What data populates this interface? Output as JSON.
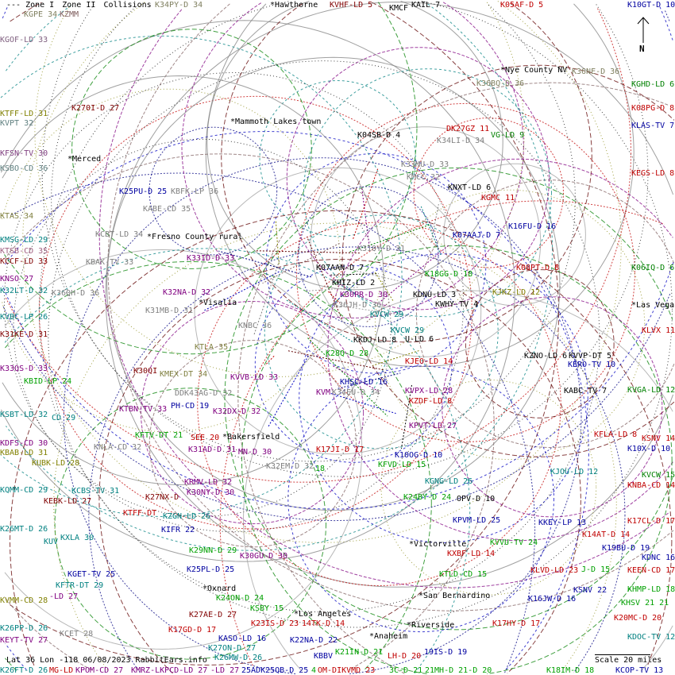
{
  "legend": {
    "zone1": "--- Zone I",
    "zone2": "Zone II",
    "collisions": "Collisions"
  },
  "footer": {
    "info": "Lat 36 Lon -118 06/08/2023 RabbitEars.info",
    "scale": "Scale 20 miles"
  },
  "north_label": "N",
  "cities": [
    "Hawthorne",
    "Nye County NV",
    "Las Vegas",
    "Mammoth Lakes town",
    "Merced",
    "Fresno County rural",
    "Visalia",
    "Bakersfield",
    "Victorville",
    "Oxnard",
    "San Bernardino",
    "Los Angeles",
    "Riverside",
    "Anaheim"
  ],
  "stations": [
    {
      "t": "KGPE 34",
      "c": "#808060"
    },
    {
      "t": "KGOF-LD 33",
      "c": "#806080"
    },
    {
      "t": "KTFF-LD 31",
      "c": "#808000"
    },
    {
      "t": "KVPT 32",
      "c": "#608080"
    },
    {
      "t": "KFSN-TV 30",
      "c": "#804080"
    },
    {
      "t": "KSBO-CD 36",
      "c": "#608080"
    },
    {
      "t": "KTAS 34",
      "c": "#808040"
    },
    {
      "t": "KMSG-LD 29",
      "c": "#008080"
    },
    {
      "t": "KTSB-CD 35",
      "c": "#a06080"
    },
    {
      "t": "KCCF-LD 33",
      "c": "#800000"
    },
    {
      "t": "KNSO 27",
      "c": "#800080"
    },
    {
      "t": "K32LT-D 32",
      "c": "#008080"
    },
    {
      "t": "KVBC-LP 26",
      "c": "#008080"
    },
    {
      "t": "K31KE-D 31",
      "c": "#800000"
    },
    {
      "t": "K33QS-D 33",
      "c": "#800080"
    },
    {
      "t": "KBID-LP 24",
      "c": "#00a000"
    },
    {
      "t": "KSBT-LD 32",
      "c": "#008080"
    },
    {
      "t": "KDFS-CD 30",
      "c": "#800080"
    },
    {
      "t": "KBAB-LD 31",
      "c": "#808000"
    },
    {
      "t": "KUBK-LD 28",
      "c": "#808000"
    },
    {
      "t": "KQMM-CD 29",
      "c": "#008080"
    },
    {
      "t": "KEBK-LD 27",
      "c": "#800000"
    },
    {
      "t": "K26MT-D 26",
      "c": "#008080"
    },
    {
      "t": "KUV",
      "c": "#008080"
    },
    {
      "t": "KVMM-CD 28",
      "c": "#808000"
    },
    {
      "t": "K26PP-D 26",
      "c": "#008080"
    },
    {
      "t": "KEYT-TV 27",
      "c": "#800080"
    },
    {
      "t": "KCET 28",
      "c": "#808080"
    },
    {
      "t": "KZMM",
      "c": "#806060"
    },
    {
      "t": "K34PY-D 34",
      "c": "#808060"
    },
    {
      "t": "KVHF-LD 5",
      "c": "#800000"
    },
    {
      "t": "KMCF",
      "c": "#000000"
    },
    {
      "t": "KAIL 7",
      "c": "#000000"
    },
    {
      "t": "K05AF-D 5",
      "c": "#c00000"
    },
    {
      "t": "K10GT-D 10",
      "c": "#0000a0"
    },
    {
      "t": "K36BQ-D 36",
      "c": "#808060"
    },
    {
      "t": "K36NE-D 36",
      "c": "#808060"
    },
    {
      "t": "KGHD-LD 6",
      "c": "#008000"
    },
    {
      "t": "K08PG-D 8",
      "c": "#c00000"
    },
    {
      "t": "KLAS-TV 7",
      "c": "#0000a0"
    },
    {
      "t": "KEGS-LD 8",
      "c": "#c00000"
    },
    {
      "t": "K06IQ-D 6",
      "c": "#008000"
    },
    {
      "t": "KLVX 11",
      "c": "#c00000"
    },
    {
      "t": "KVGA-LD 12",
      "c": "#008000"
    },
    {
      "t": "KSNV 14",
      "c": "#c00000"
    },
    {
      "t": "KVCW 15",
      "c": "#008000"
    },
    {
      "t": "KNBA-CD 14",
      "c": "#c00000"
    },
    {
      "t": "K17CL-D 17",
      "c": "#c00000"
    },
    {
      "t": "K19BU-D 19",
      "c": "#0000a0"
    },
    {
      "t": "KEEN-CD 17",
      "c": "#c00000"
    },
    {
      "t": "KHMP-LD 18",
      "c": "#00a000"
    },
    {
      "t": "KHSV 21 21",
      "c": "#00a000"
    },
    {
      "t": "K20MC-D 20",
      "c": "#c00000"
    },
    {
      "t": "KDOC-TV 12",
      "c": "#008080"
    },
    {
      "t": "KCOP-TV 13",
      "c": "#0000a0"
    },
    {
      "t": "K270I-D 27",
      "c": "#800000"
    },
    {
      "t": "K04SB-D 4",
      "c": "#000000"
    },
    {
      "t": "DK27GZ 11",
      "c": "#c00000"
    },
    {
      "t": "VG-LD 9",
      "c": "#008000"
    },
    {
      "t": "K34LI-D 34",
      "c": "#808080"
    },
    {
      "t": "K33MU-D 33",
      "c": "#808080"
    },
    {
      "t": "KMCC 32",
      "c": "#808080"
    },
    {
      "t": "KNXT-LD 6",
      "c": "#000000"
    },
    {
      "t": "KGMC 11",
      "c": "#c00000"
    },
    {
      "t": "K25PU-D 25",
      "c": "#0000a0"
    },
    {
      "t": "KBFK-LP 36",
      "c": "#808080"
    },
    {
      "t": "KABE-CD 35",
      "c": "#808080"
    },
    {
      "t": "KCBT-LD 34",
      "c": "#808080"
    },
    {
      "t": "KBAK-TV 33",
      "c": "#808080"
    },
    {
      "t": "K33ID-D 33",
      "c": "#800080"
    },
    {
      "t": "K07AAJ-D 7",
      "c": "#0000a0"
    },
    {
      "t": "K16FU-D 16",
      "c": "#0000a0"
    },
    {
      "t": "K310Y-D 31",
      "c": "#808080"
    },
    {
      "t": "K07AAN-D 7",
      "c": "#000000"
    },
    {
      "t": "KHIZ-LD 2",
      "c": "#000000"
    },
    {
      "t": "K18GG-D 18",
      "c": "#00a000"
    },
    {
      "t": "K08PT-D 8",
      "c": "#c00000"
    },
    {
      "t": "K36QH-D 36",
      "c": "#808080"
    },
    {
      "t": "K32NA-D 32",
      "c": "#800080"
    },
    {
      "t": "K30PR-D 30",
      "c": "#800080"
    },
    {
      "t": "KDNU-LD 3",
      "c": "#000000"
    },
    {
      "t": "KJKZ-LD 12",
      "c": "#808000"
    },
    {
      "t": "K36JH-D 36",
      "c": "#808080"
    },
    {
      "t": "KWHY-TV 4",
      "c": "#000000"
    },
    {
      "t": "K31MB-D 31",
      "c": "#808080"
    },
    {
      "t": "KVCW 29",
      "c": "#008080"
    },
    {
      "t": "KNBC 36",
      "c": "#808080"
    },
    {
      "t": "KVCW 29",
      "c": "#008080"
    },
    {
      "t": "KKDJ-LD 8",
      "c": "#000000"
    },
    {
      "t": "U-LD 6",
      "c": "#000000"
    },
    {
      "t": "KTLA 35",
      "c": "#808040"
    },
    {
      "t": "K28Q-D 28",
      "c": "#00a000"
    },
    {
      "t": "KZNO-LD 6",
      "c": "#000000"
    },
    {
      "t": "KVVP-DT 5",
      "c": "#000000"
    },
    {
      "t": "KERO-TV 10",
      "c": "#0000a0"
    },
    {
      "t": "KJEO-LD 14",
      "c": "#c00000"
    },
    {
      "t": "K30QI",
      "c": "#800000"
    },
    {
      "t": "KMEX-DT 34",
      "c": "#808040"
    },
    {
      "t": "KVVB-LD 33",
      "c": "#800080"
    },
    {
      "t": "KHSC-LD 16",
      "c": "#0000a0"
    },
    {
      "t": "KVM",
      "c": "#800080"
    },
    {
      "t": "K34EU-D 34",
      "c": "#808080"
    },
    {
      "t": "KVPX-LD 28",
      "c": "#800080"
    },
    {
      "t": "KABC-TV 7",
      "c": "#000000"
    },
    {
      "t": "DDK43AG-D 32",
      "c": "#808080"
    },
    {
      "t": "KZDF-LD 8",
      "c": "#c00000"
    },
    {
      "t": "KTBN-TV 33",
      "c": "#800080"
    },
    {
      "t": "PH-CD 19",
      "c": "#0000a0"
    },
    {
      "t": "K32DX-D 32",
      "c": "#800080"
    },
    {
      "t": "CD 29",
      "c": "#008080"
    },
    {
      "t": "KPVT-LD 27",
      "c": "#800080"
    },
    {
      "t": "KFTV-DT 21",
      "c": "#00a000"
    },
    {
      "t": "SEE 20",
      "c": "#c00000"
    },
    {
      "t": "KFLA-LD 8",
      "c": "#c00000"
    },
    {
      "t": "KNLA-CD 32",
      "c": "#808080"
    },
    {
      "t": "K31AD-D 31",
      "c": "#800080"
    },
    {
      "t": "MN-D 30",
      "c": "#800080"
    },
    {
      "t": "K17JI-D 17",
      "c": "#c00000"
    },
    {
      "t": "K10OG-D 10",
      "c": "#0000a0"
    },
    {
      "t": "K32EM-D 32",
      "c": "#808080"
    },
    {
      "t": "18",
      "c": "#00a000"
    },
    {
      "t": "KFVD-LD 15",
      "c": "#00a000"
    },
    {
      "t": "KJOU-LD 12",
      "c": "#008080"
    },
    {
      "t": "KGNG-LD 26",
      "c": "#008080"
    },
    {
      "t": "KRMV-LD 32",
      "c": "#800080"
    },
    {
      "t": "KCBS-TV 31",
      "c": "#008080"
    },
    {
      "t": "K27NX-D",
      "c": "#800000"
    },
    {
      "t": "K30NY-D 30",
      "c": "#800080"
    },
    {
      "t": "KTFF-DT",
      "c": "#c00000"
    },
    {
      "t": "KZGN-LD 26",
      "c": "#008080"
    },
    {
      "t": "K24BY-D 24",
      "c": "#00a000"
    },
    {
      "t": "OPV-D 10",
      "c": "#000000"
    },
    {
      "t": "KIFR 22",
      "c": "#0000a0"
    },
    {
      "t": "KPVM-LD 25",
      "c": "#0000a0"
    },
    {
      "t": "KKEY-LP 13",
      "c": "#0000a0"
    },
    {
      "t": "KXLA 30",
      "c": "#008080"
    },
    {
      "t": "K14AT-D 14",
      "c": "#c00000"
    },
    {
      "t": "KVVU-TV 24",
      "c": "#00a000"
    },
    {
      "t": "KXBF-LD 14",
      "c": "#c00000"
    },
    {
      "t": "K29NN-D 29",
      "c": "#00a000"
    },
    {
      "t": "K30GU-D 30",
      "c": "#800080"
    },
    {
      "t": "KGET-TV 25",
      "c": "#0000a0"
    },
    {
      "t": "K25PL-D 25",
      "c": "#0000a0"
    },
    {
      "t": "KLVD-LD 23",
      "c": "#c00000"
    },
    {
      "t": "J-D 15",
      "c": "#00a000"
    },
    {
      "t": "KTLD-CD 15",
      "c": "#00a000"
    },
    {
      "t": "KFTR-DT 29",
      "c": "#008080"
    },
    {
      "t": "KSNV 22",
      "c": "#0000a0"
    },
    {
      "t": "-LD 27",
      "c": "#800080"
    },
    {
      "t": "K24ON-D 24",
      "c": "#00a000"
    },
    {
      "t": "K16JW-D 16",
      "c": "#0000a0"
    },
    {
      "t": "KSBY 15",
      "c": "#00a000"
    },
    {
      "t": "K27AE-D 27",
      "c": "#800000"
    },
    {
      "t": "K23IS-D 23",
      "c": "#c00000"
    },
    {
      "t": "14TK-D 14",
      "c": "#c00000"
    },
    {
      "t": "K17HY-D 17",
      "c": "#c00000"
    },
    {
      "t": "K17GD-D 17",
      "c": "#c00000"
    },
    {
      "t": "KASO-LD 16",
      "c": "#0000a0"
    },
    {
      "t": "K22NA-D 22",
      "c": "#0000a0"
    },
    {
      "t": "K27ON-D 27",
      "c": "#008080"
    },
    {
      "t": "K26MW-D 26",
      "c": "#008080"
    },
    {
      "t": "KBBV",
      "c": "#0000a0"
    },
    {
      "t": "K21IN-D 21",
      "c": "#00a000"
    },
    {
      "t": "LH-D 20",
      "c": "#c00000"
    },
    {
      "t": "19IS-D 19",
      "c": "#0000a0"
    },
    {
      "t": "K26FT-D 26",
      "c": "#008080"
    },
    {
      "t": "MG-LD",
      "c": "#c00000"
    },
    {
      "t": "KPOM-CD 27",
      "c": "#800080"
    },
    {
      "t": "KMRZ-LKPCD-LD 27",
      "c": "#800080"
    },
    {
      "t": "-LD 27",
      "c": "#800080"
    },
    {
      "t": "25ADK25QB-D 25",
      "c": "#0000a0"
    },
    {
      "t": "4",
      "c": "#00a000"
    },
    {
      "t": "OM-DIKVMD 23",
      "c": "#c00000"
    },
    {
      "t": "3C-D 21",
      "c": "#00a000"
    },
    {
      "t": "21MH-D 21-D 20",
      "c": "#00a000"
    },
    {
      "t": "K18IM-D 18",
      "c": "#00a000"
    },
    {
      "t": "K10X-D 10",
      "c": "#0000a0"
    },
    {
      "t": "KDNC 16",
      "c": "#0000a0"
    }
  ]
}
